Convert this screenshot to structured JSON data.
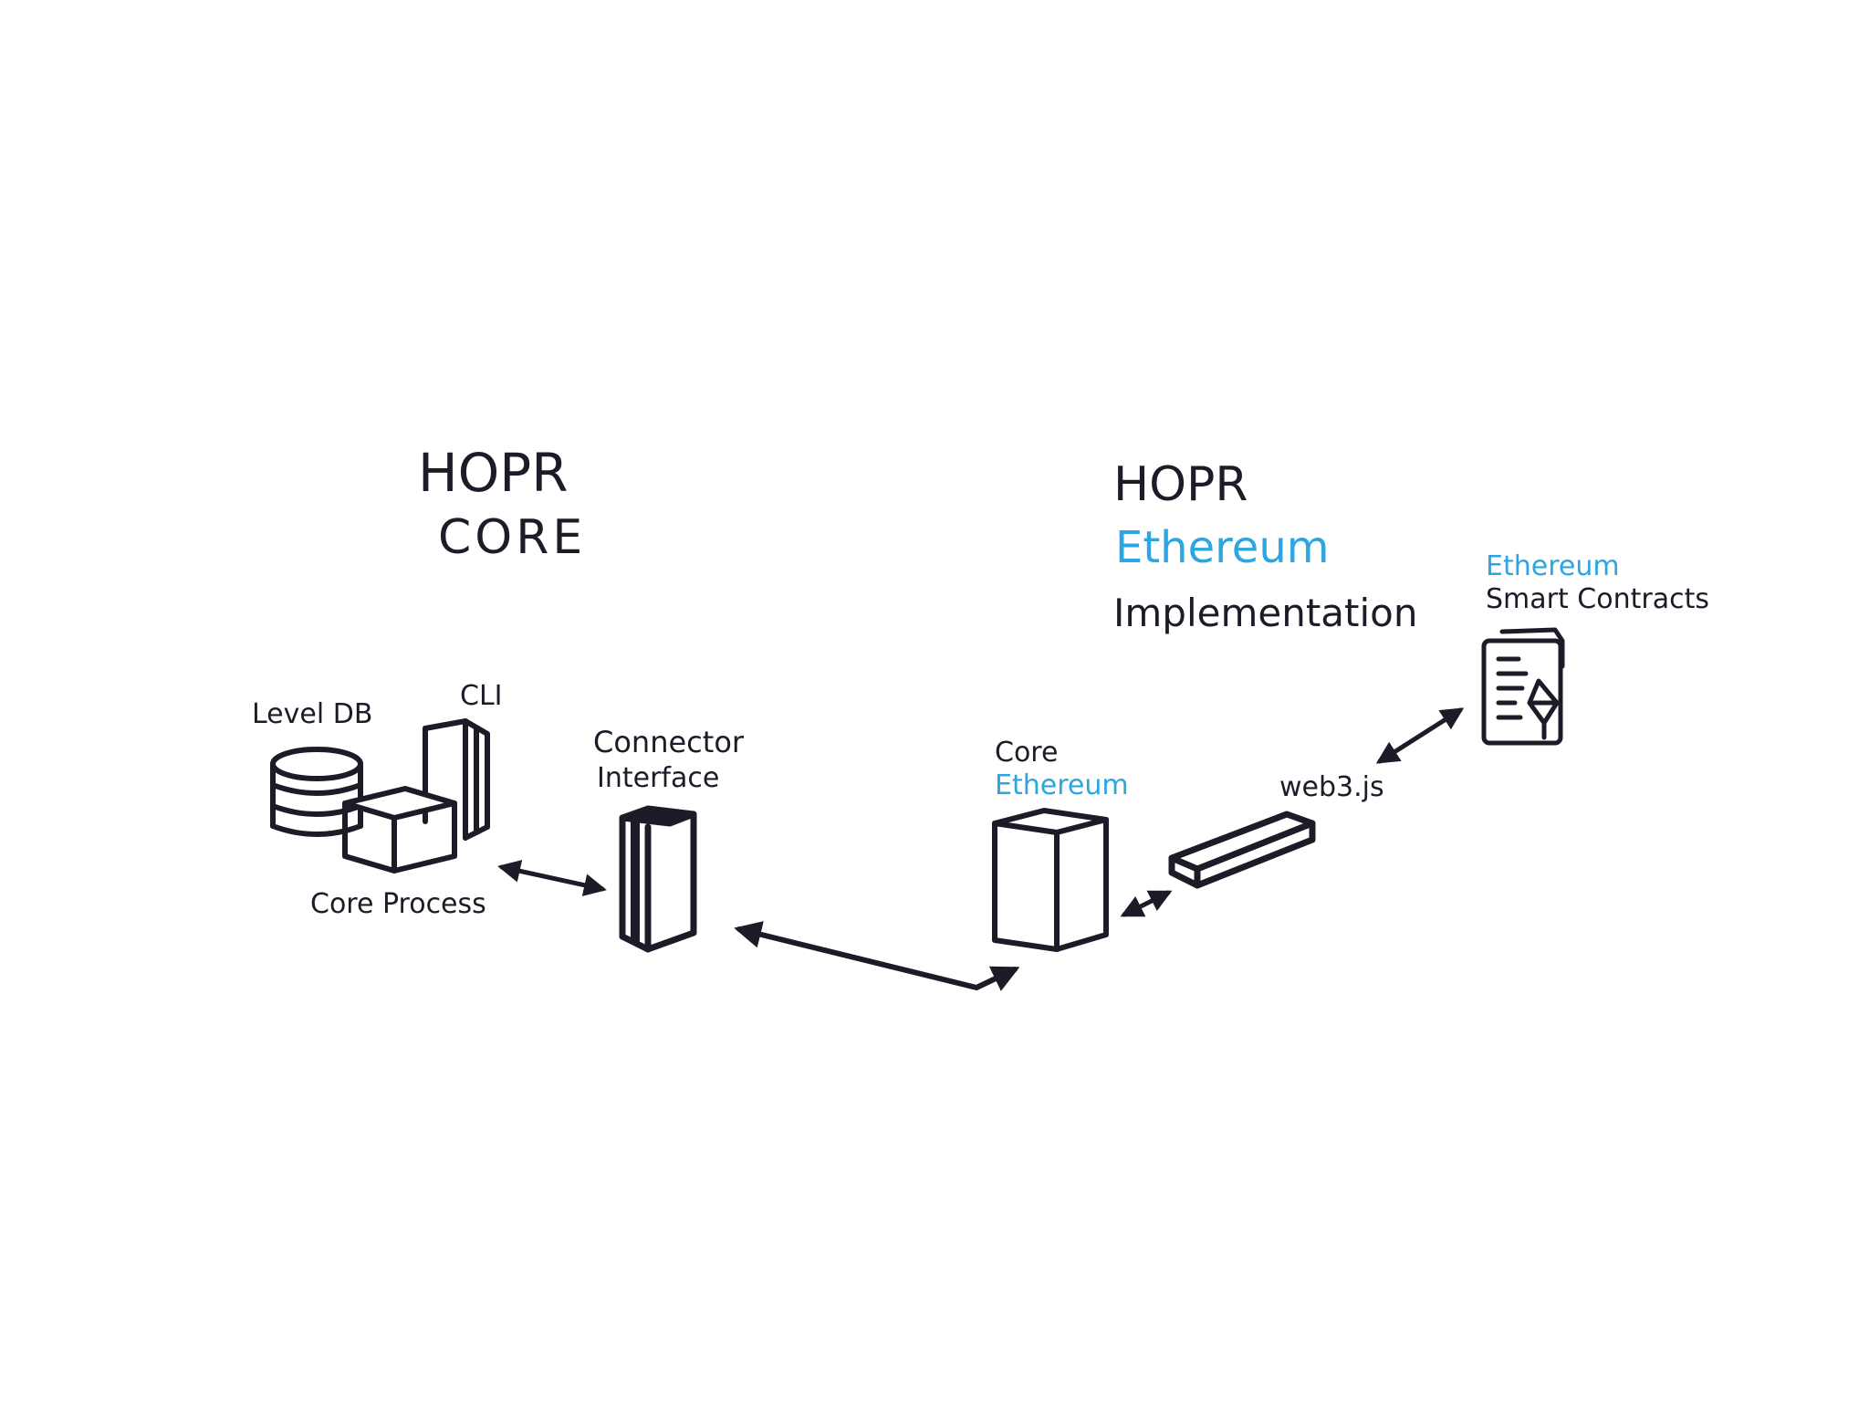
{
  "diagram": {
    "core_title_line1": "HOPR",
    "core_title_line2": "CORE",
    "eth_title_line1": "HOPR",
    "eth_title_line2": "Ethereum",
    "eth_title_line3": "Implementation",
    "nodes": {
      "level_db": "Level DB",
      "cli": "CLI",
      "core_process": "Core Process",
      "connector_line1": "Connector",
      "connector_line2": "Interface",
      "core_eth_line1": "Core",
      "core_eth_line2": "Ethereum",
      "web3": "web3.js",
      "contracts_line1": "Ethereum",
      "contracts_line2": "Smart Contracts"
    },
    "colors": {
      "ink": "#1c1c28",
      "accent": "#2ba6e0"
    }
  }
}
